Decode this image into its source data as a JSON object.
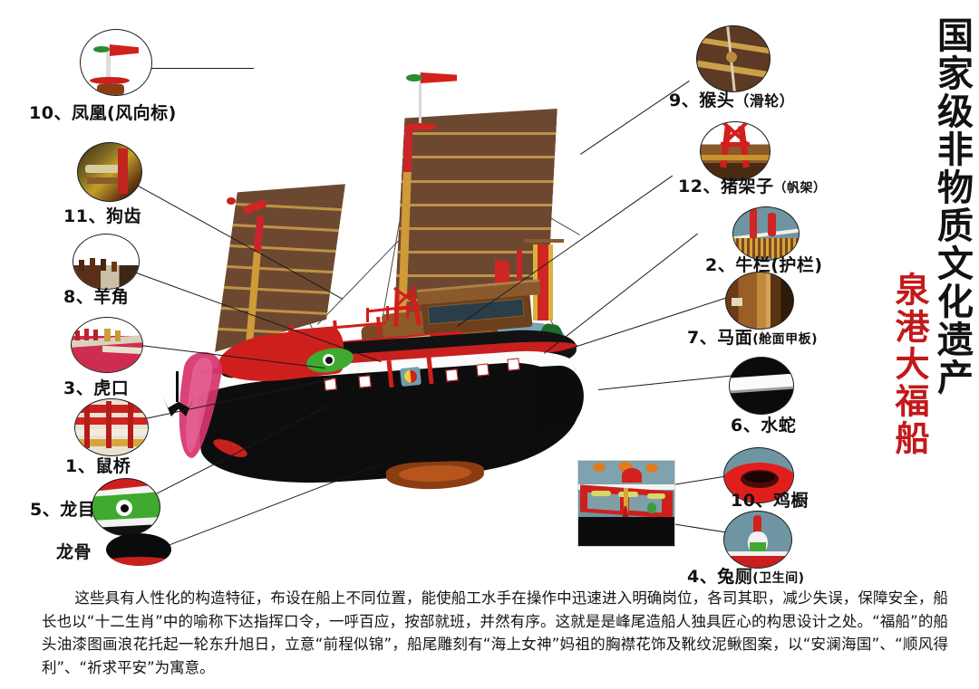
{
  "page": {
    "background": "#ffffff",
    "title_black": "国家级非物质文化遗产",
    "title_red": "泉港大福船"
  },
  "callouts": [
    {
      "id": "phoenix",
      "number": "10",
      "name": "凤凰",
      "paren": "（风向标）",
      "label": "10、凤凰(风向标)",
      "side": "left"
    },
    {
      "id": "dog-teeth",
      "number": "11",
      "name": "狗齿",
      "paren": "",
      "label": "11、狗齿",
      "side": "left"
    },
    {
      "id": "ram-horn",
      "number": "8",
      "name": "羊角",
      "paren": "",
      "label": "8、羊角",
      "side": "left"
    },
    {
      "id": "tiger-mouth",
      "number": "3",
      "name": "虎口",
      "paren": "",
      "label": "3、虎口",
      "side": "left"
    },
    {
      "id": "rat-bridge",
      "number": "1",
      "name": "鼠桥",
      "paren": "",
      "label": "1、鼠桥",
      "side": "left"
    },
    {
      "id": "dragon-eye",
      "number": "5",
      "name": "龙目",
      "paren": "",
      "label": "5、龙目",
      "side": "left"
    },
    {
      "id": "keel",
      "number": "",
      "name": "龙骨",
      "paren": "",
      "label": "龙骨",
      "side": "left"
    },
    {
      "id": "monkey-head",
      "number": "9",
      "name": "猴头",
      "paren": "（滑轮）",
      "label": "9、猴头（滑轮）",
      "side": "right"
    },
    {
      "id": "pig-frame",
      "number": "12",
      "name": "猪架子",
      "paren": "（帆架）",
      "label": "12、猪架子（帆架）",
      "side": "right"
    },
    {
      "id": "ox-fence",
      "number": "2",
      "name": "牛栏",
      "paren": "(护栏)",
      "label": "2、牛栏(护栏)",
      "side": "right"
    },
    {
      "id": "horse-face",
      "number": "7",
      "name": "马面",
      "paren": "(舱面甲板)",
      "label": "7、马面(舱面甲板)",
      "side": "right"
    },
    {
      "id": "water-snake",
      "number": "6",
      "name": "水蛇",
      "paren": "",
      "label": "6、水蛇",
      "side": "right"
    },
    {
      "id": "chicken-cabinet",
      "number": "10",
      "name": "鸡橱",
      "paren": "",
      "label": "10、鸡橱",
      "side": "right"
    },
    {
      "id": "rabbit-toilet",
      "number": "4",
      "name": "兔厕",
      "paren": "(卫生间)",
      "label": "4、兔厕(卫生间)",
      "side": "right"
    }
  ],
  "labels": {
    "phoenix": "10、凤凰(风向标)",
    "dog_teeth": "11、狗齿",
    "ram_horn": "8、羊角",
    "tiger_mouth": "3、虎口",
    "rat_bridge": "1、鼠桥",
    "dragon_eye": "5、龙目",
    "keel": "龙骨",
    "monkey_head_num": "9、猴头",
    "monkey_head_paren": "（滑轮）",
    "pig_frame_num": "12、猪架子",
    "pig_frame_paren": "（帆架）",
    "ox_fence": "2、牛栏(护栏)",
    "horse_face_num": "7、马面",
    "horse_face_paren": "(舱面甲板)",
    "water_snake": "6、水蛇",
    "chicken_cabinet": "10、鸡橱",
    "rabbit_toilet_num": "4、兔厕",
    "rabbit_toilet_paren": "(卫生间)"
  },
  "body_text": {
    "paragraph": "这些具有人性化的构造特征，布设在船上不同位置，能使船工水手在操作中迅速进入明确岗位，各司其职，减少失误，保障安全，船长也以“十二生肖”中的喻称下达指挥口令，一呼百应，按部就班，并然有序。这就是是峰尾造船人独具匠心的构思设计之处。“福船”的船头油漆图画浪花托起一轮东升旭日，立意“前程似锦”，船尾雕刻有“海上女神”妈祖的胸襟花饰及靴纹泥鳅图案，以“安澜海国”、“顺风得利”、“祈求平安”为寓意。"
  },
  "colors": {
    "background": "#ffffff",
    "text": "#141414",
    "title_red": "#c2191b",
    "hull_black": "#0d0d0d",
    "hull_white": "#fbfbfb",
    "hull_red": "#c8201e",
    "sail_brown": "#6d4831",
    "batten_gold": "#c79a49",
    "deck_blue": "#79a6b4",
    "dragon_eye_green": "#3faa2f",
    "bow_pink": "#d6356e",
    "leader_line": "#1a1a1a"
  },
  "ship": {
    "name": "泉港大福船",
    "masts": 3,
    "sails_visible": 2
  }
}
